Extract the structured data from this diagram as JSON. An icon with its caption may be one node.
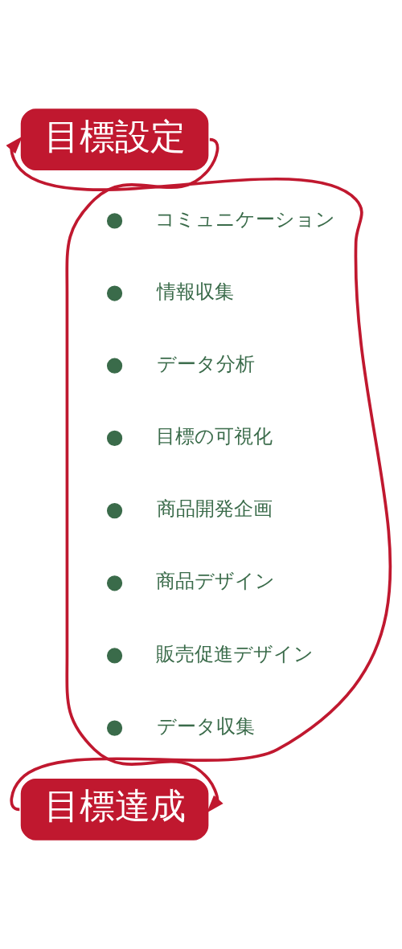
{
  "diagram": {
    "nodes": [
      {
        "text": [
          "目標設定"
        ]
      },
      {
        "text": [
          "目標達成"
        ]
      },
      {
        "text": [],
        "shape": "circle"
      },
      {
        "text": [],
        "shape": "circle"
      },
      {
        "text": [],
        "shape": "circle"
      },
      {
        "text": [],
        "shape": "circle"
      },
      {
        "text": [],
        "shape": "circle"
      },
      {
        "text": [],
        "shape": "circle"
      },
      {
        "text": [],
        "shape": "circle"
      },
      {
        "text": [],
        "shape": "circle"
      }
    ],
    "edges": [
      {
        "from": 0,
        "to": 1,
        "arrow": "to"
      },
      {
        "from": 1,
        "to": 0,
        "arrow": "to"
      }
    ],
    "labels": [
      "コミュニケーション",
      "情報収集",
      "データ分析",
      "目標の可視化",
      "商品開発企画",
      "商品デザイン",
      "販売促進デザイン",
      "データ収集"
    ]
  }
}
